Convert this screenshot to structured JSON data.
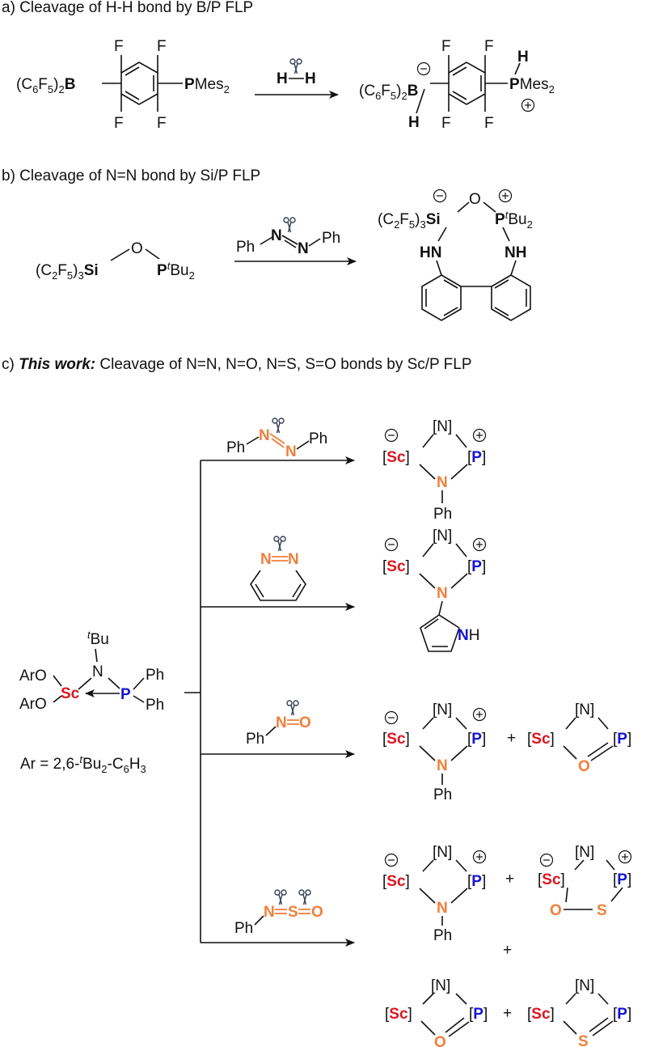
{
  "captions": {
    "a": "a) Cleavage of H-H bond by B/P FLP",
    "b": "b) Cleavage of N=N bond by Si/P FLP",
    "c_prefix": "c) ",
    "c_bold": "This work:",
    "c_rest": " Cleavage of  N=N, N=O, N=S, S=O bonds by Sc/P FLP"
  },
  "scheme_a": {
    "reactant_left": "(C6F5)2B",
    "reactant_right": "PMes2",
    "reagent": "H—H",
    "product_left": "(C6F5)2B",
    "product_right": "PMes2",
    "F": "F",
    "H": "H"
  },
  "scheme_b": {
    "reactant": "(C2F5)3Si—O—PtBu2",
    "reagent_left": "Ph",
    "reagent_right": "Ph",
    "product_si": "(C2F5)3Si",
    "product_p": "PtBu2",
    "NH": "NH",
    "HN": "HN",
    "O": "O"
  },
  "scheme_c": {
    "starting_material": {
      "tBu": "tBu",
      "N": "N",
      "ArO_top": "ArO",
      "ArO_bottom": "ArO",
      "Sc": "Sc",
      "P": "P",
      "Ph_top": "Ph",
      "Ph_bottom": "Ph",
      "ar_definition": "Ar = 2,6-tBu2-C6H3"
    },
    "labels": {
      "Sc_bracket": "[Sc]",
      "P_bracket": "[P]",
      "N_bracket": "[N]",
      "N": "N",
      "O": "O",
      "S": "S",
      "Ph": "Ph",
      "plus": "+",
      "NH": "NH"
    }
  }
}
